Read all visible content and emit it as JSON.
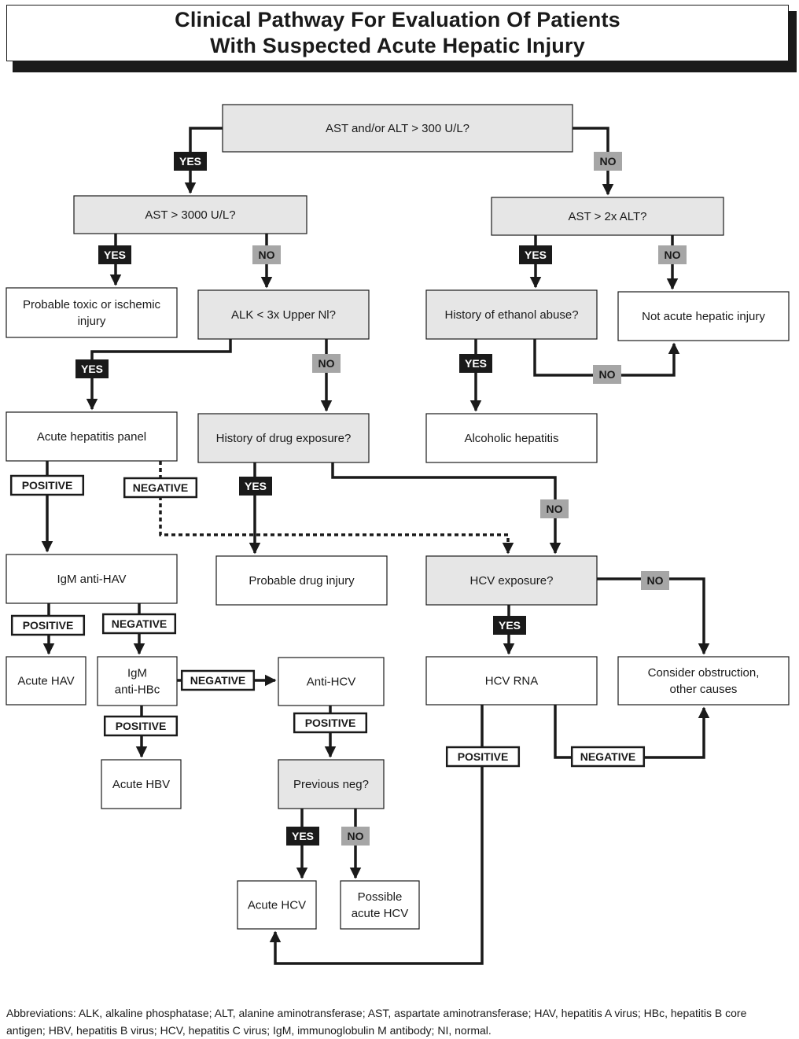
{
  "title": {
    "line1": "Clinical Pathway For Evaluation Of Patients",
    "line2": "With Suspected Acute Hepatic Injury"
  },
  "nodes": {
    "n1": {
      "lines": [
        "AST and/or ALT > 300 U/L?"
      ],
      "decision": true
    },
    "n2": {
      "lines": [
        "AST > 3000 U/L?"
      ],
      "decision": true
    },
    "n3": {
      "lines": [
        "AST > 2x ALT?"
      ],
      "decision": true
    },
    "n4": {
      "lines": [
        "Probable toxic or ischemic",
        "injury"
      ],
      "decision": false
    },
    "n5": {
      "lines": [
        "ALK < 3x Upper Nl?"
      ],
      "decision": true
    },
    "n6": {
      "lines": [
        "History of ethanol abuse?"
      ],
      "decision": true
    },
    "n7": {
      "lines": [
        "Not acute hepatic injury"
      ],
      "decision": false
    },
    "n8": {
      "lines": [
        "Acute hepatitis panel"
      ],
      "decision": false
    },
    "n9": {
      "lines": [
        "History of drug exposure?"
      ],
      "decision": true
    },
    "n10": {
      "lines": [
        "Alcoholic hepatitis"
      ],
      "decision": false
    },
    "n11": {
      "lines": [
        "IgM anti-HAV"
      ],
      "decision": false
    },
    "n12": {
      "lines": [
        "Probable drug injury"
      ],
      "decision": false
    },
    "n13": {
      "lines": [
        "HCV exposure?"
      ],
      "decision": true
    },
    "n14": {
      "lines": [
        "Acute HAV"
      ],
      "decision": false
    },
    "n15": {
      "lines": [
        "IgM",
        "anti-HBc"
      ],
      "decision": false
    },
    "n16": {
      "lines": [
        "Anti-HCV"
      ],
      "decision": false
    },
    "n17": {
      "lines": [
        "HCV RNA"
      ],
      "decision": false
    },
    "n18": {
      "lines": [
        "Consider obstruction,",
        "other causes"
      ],
      "decision": false
    },
    "n19": {
      "lines": [
        "Acute HBV"
      ],
      "decision": false
    },
    "n20": {
      "lines": [
        "Previous neg?"
      ],
      "decision": true
    },
    "n21": {
      "lines": [
        "Acute HCV"
      ],
      "decision": false
    },
    "n22": {
      "lines": [
        "Possible",
        "acute HCV"
      ],
      "decision": false
    }
  },
  "edges": [
    {
      "from": "n1",
      "to": "n2",
      "label": "YES"
    },
    {
      "from": "n1",
      "to": "n3",
      "label": "NO"
    },
    {
      "from": "n2",
      "to": "n4",
      "label": "YES"
    },
    {
      "from": "n2",
      "to": "n5",
      "label": "NO"
    },
    {
      "from": "n3",
      "to": "n6",
      "label": "YES"
    },
    {
      "from": "n3",
      "to": "n7",
      "label": "NO"
    },
    {
      "from": "n5",
      "to": "n8",
      "label": "YES"
    },
    {
      "from": "n5",
      "to": "n9",
      "label": "NO"
    },
    {
      "from": "n6",
      "to": "n10",
      "label": "YES"
    },
    {
      "from": "n6",
      "to": "n7",
      "label": "NO"
    },
    {
      "from": "n8",
      "to": "n11",
      "label": "POSITIVE"
    },
    {
      "from": "n8",
      "to": "n13",
      "label": "NEGATIVE",
      "dotted": true
    },
    {
      "from": "n9",
      "to": "n12",
      "label": "YES"
    },
    {
      "from": "n9",
      "to": "n13",
      "label": "NO"
    },
    {
      "from": "n11",
      "to": "n14",
      "label": "POSITIVE"
    },
    {
      "from": "n11",
      "to": "n15",
      "label": "NEGATIVE"
    },
    {
      "from": "n13",
      "to": "n17",
      "label": "YES"
    },
    {
      "from": "n13",
      "to": "n18",
      "label": "NO"
    },
    {
      "from": "n15",
      "to": "n16",
      "label": "NEGATIVE"
    },
    {
      "from": "n15",
      "to": "n19",
      "label": "POSITIVE"
    },
    {
      "from": "n16",
      "to": "n20",
      "label": "POSITIVE"
    },
    {
      "from": "n17",
      "to": "n21",
      "label": "POSITIVE"
    },
    {
      "from": "n17",
      "to": "n18",
      "label": "NEGATIVE"
    },
    {
      "from": "n20",
      "to": "n21",
      "label": "YES"
    },
    {
      "from": "n20",
      "to": "n22",
      "label": "NO"
    }
  ],
  "colors": {
    "decision_fill": "#e6e6e6",
    "outcome_fill": "#ffffff",
    "yes_fill": "#1a1a1a",
    "no_fill": "#a6a6a6",
    "line": "#1a1a1a"
  },
  "abbreviations": "Abbreviations: ALK, alkaline phosphatase; ALT, alanine aminotransferase; AST, aspartate aminotransferase; HAV, hepatitis A virus; HBc, hepatitis B core antigen; HBV, hepatitis B virus; HCV, hepatitis C virus; IgM, immunoglobulin M antibody; NI, normal."
}
